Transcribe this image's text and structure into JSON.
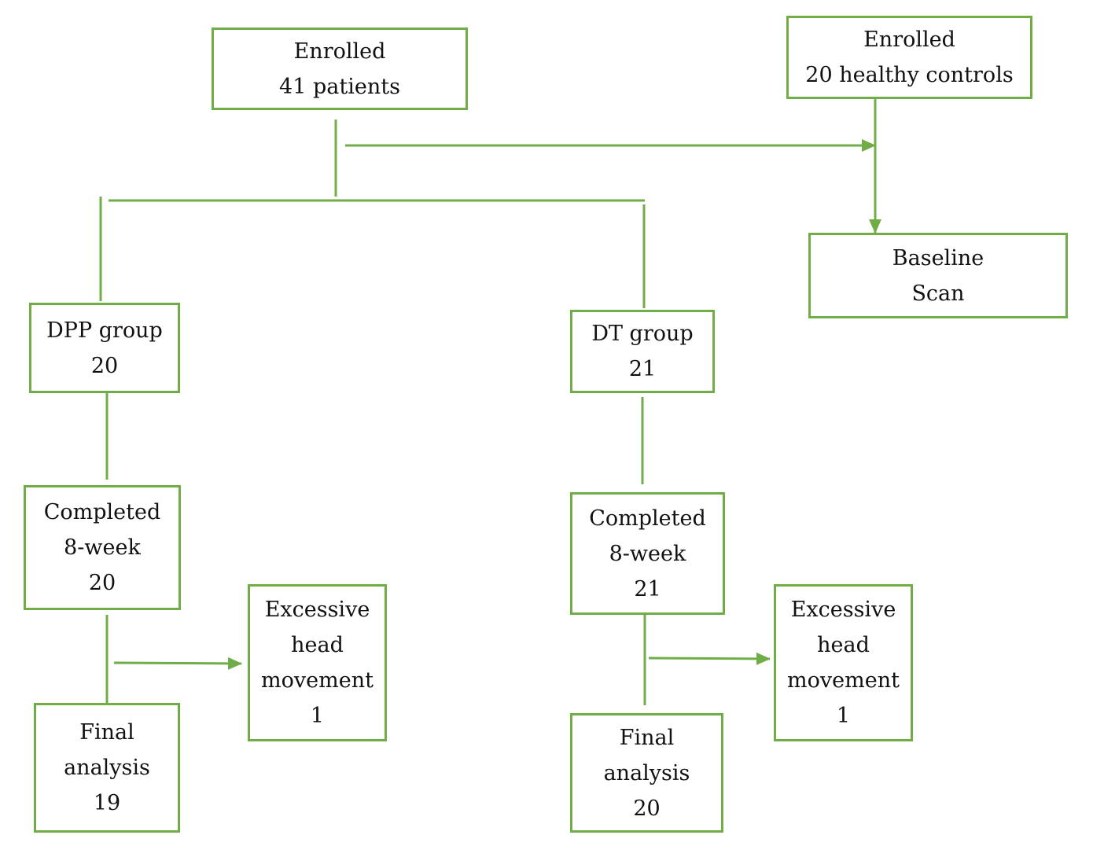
{
  "colors": {
    "line": "#70ad47",
    "text": "#111111",
    "background": "#ffffff"
  },
  "boxes": {
    "enrolled_patients": {
      "line1": "Enrolled",
      "line2": "41 patients"
    },
    "enrolled_controls": {
      "line1": "Enrolled",
      "line2": "20 healthy controls"
    },
    "baseline_scan": {
      "line1": "Baseline",
      "line2": "Scan"
    },
    "dpp_group": {
      "line1": "DPP group",
      "line2": "20"
    },
    "dt_group": {
      "line1": "DT group",
      "line2": "21"
    },
    "dpp_completed": {
      "line1": "Completed",
      "line2": "8-week",
      "line3": "20"
    },
    "dt_completed": {
      "line1": "Completed",
      "line2": "8-week",
      "line3": "21"
    },
    "dpp_excluded": {
      "line1": "Excessive",
      "line2": "head",
      "line3": "movement",
      "line4": "1"
    },
    "dt_excluded": {
      "line1": "Excessive",
      "line2": "head",
      "line3": "movement",
      "line4": "1"
    },
    "dpp_final": {
      "line1": "Final",
      "line2": "analysis",
      "line3": "19"
    },
    "dt_final": {
      "line1": "Final",
      "line2": "analysis",
      "line3": "20"
    }
  }
}
